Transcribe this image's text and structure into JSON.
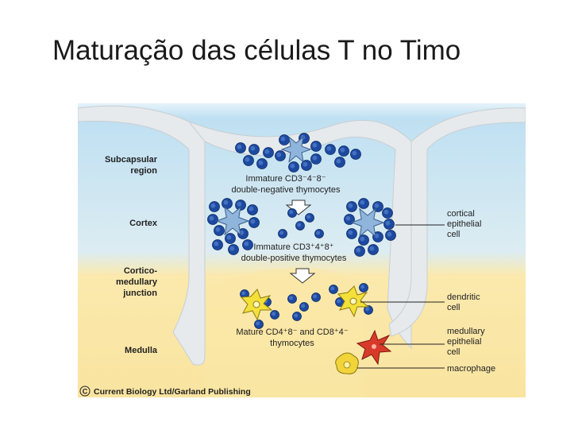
{
  "title": "Maturação das células T no Timo",
  "regions": {
    "subcapsular": [
      "Subcapsular",
      "region"
    ],
    "cortex": [
      "Cortex"
    ],
    "junction": [
      "Cortico-",
      "medullary",
      "junction"
    ],
    "medulla": [
      "Medulla"
    ]
  },
  "stages": {
    "immature_dn_line1": "Immature  CD3⁻4⁻8⁻",
    "immature_dn_line2": "double-negative  thymocytes",
    "immature_dp_line1": "Immature  CD3⁺4⁺8⁺",
    "immature_dp_line2": "double-positive  thymocytes",
    "mature_line1": "Mature  CD4⁺8⁻  and  CD8⁺4⁻",
    "mature_line2": "thymocytes"
  },
  "cell_labels": {
    "cortical_epithelial": [
      "cortical",
      "epithelial",
      "cell"
    ],
    "dendritic": [
      "dendritic",
      "cell"
    ],
    "medullary_epithelial": [
      "medullary",
      "epithelial",
      "cell"
    ],
    "macrophage": [
      "macrophage"
    ]
  },
  "credit": "Current Biology Ltd/Garland Publishing",
  "credit_symbol": "©",
  "colors": {
    "cortex_blue": "#cfe6f3",
    "medulla_yellow": "#fbe7a5",
    "septum": "#e6eaec",
    "thymocyte": "#1d4aa0",
    "cortical_epithelial": "#8fb5dc",
    "dendritic": "#f4e03a",
    "medullary_epithelial": "#d83a2a",
    "macrophage": "#f2d43a"
  }
}
